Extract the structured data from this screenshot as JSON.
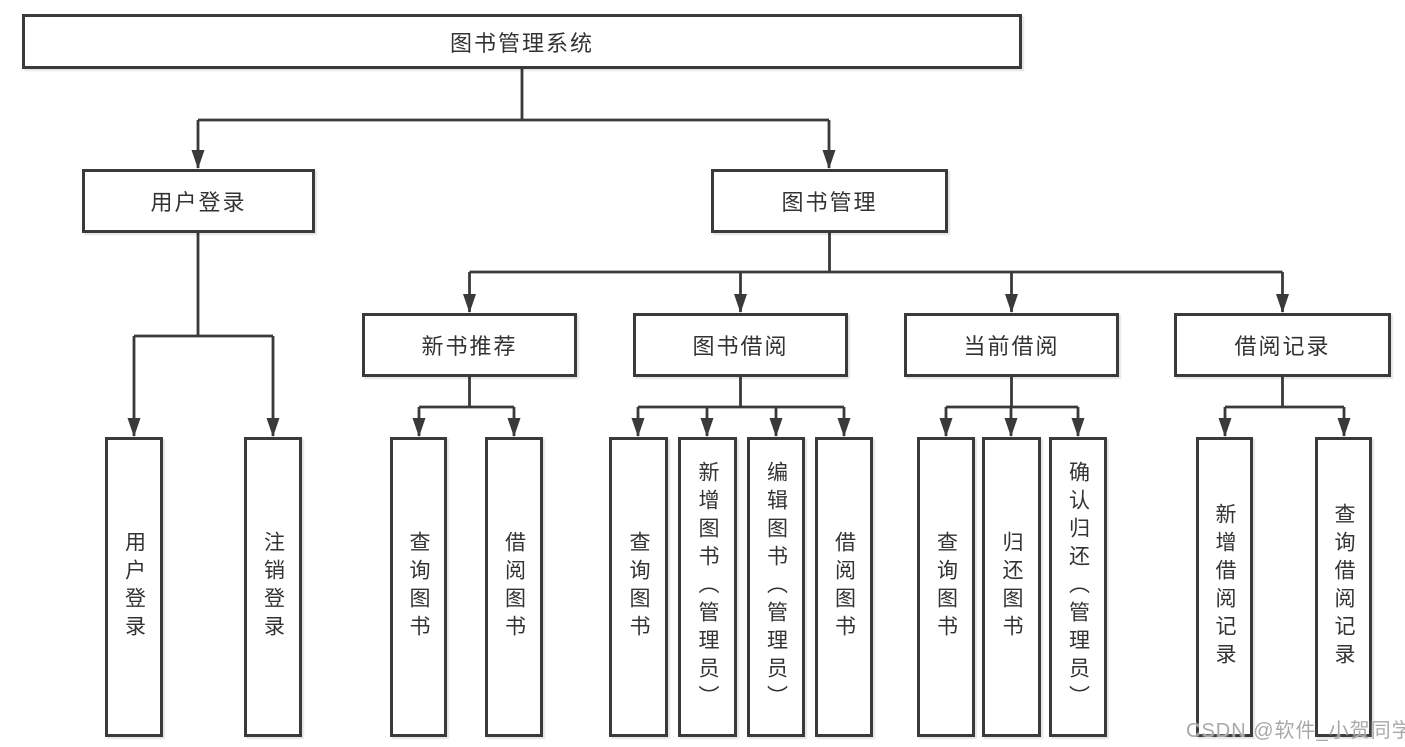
{
  "diagram": {
    "root": {
      "label": "图书管理系统"
    },
    "branches": [
      {
        "label": "用户登录",
        "children": [
          {
            "label": "用户登录"
          },
          {
            "label": "注销登录"
          }
        ]
      },
      {
        "label": "图书管理",
        "children": [
          {
            "label": "新书推荐",
            "children": [
              {
                "label": "查询图书"
              },
              {
                "label": "借阅图书"
              }
            ]
          },
          {
            "label": "图书借阅",
            "children": [
              {
                "label": "查询图书"
              },
              {
                "label": "新增图书（管理员）"
              },
              {
                "label": "编辑图书（管理员）"
              },
              {
                "label": "借阅图书"
              }
            ]
          },
          {
            "label": "当前借阅",
            "children": [
              {
                "label": "查询图书"
              },
              {
                "label": "归还图书"
              },
              {
                "label": "确认归还（管理员）"
              }
            ]
          },
          {
            "label": "借阅记录",
            "children": [
              {
                "label": "新增借阅记录"
              },
              {
                "label": "查询借阅记录"
              }
            ]
          }
        ]
      }
    ]
  },
  "watermark": {
    "text": "CSDN @软件_小贺同学"
  },
  "colors": {
    "line": "#3a3a3a",
    "box_border": "#3a3a3a",
    "text": "#333333",
    "watermark": "#a9a9a9",
    "background": "#ffffff"
  }
}
